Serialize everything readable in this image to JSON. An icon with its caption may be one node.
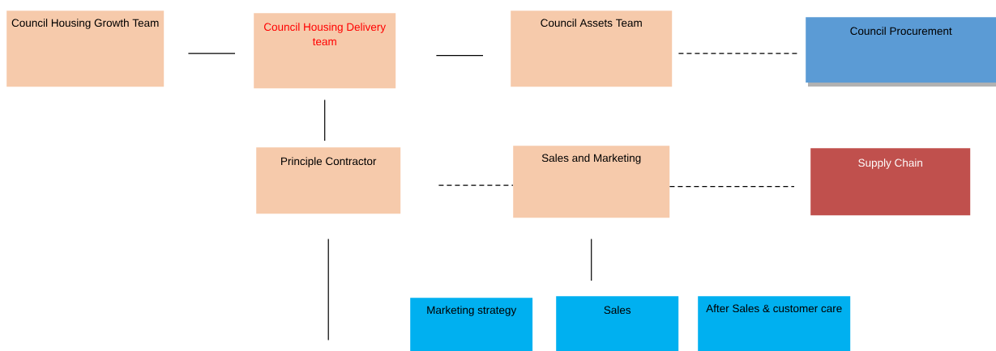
{
  "diagram": {
    "nodes": [
      {
        "text": [
          "Council Housing Growth Team"
        ]
      },
      {
        "text": [
          "Council Housing Delivery team"
        ]
      },
      {
        "text": [
          "Council Assets Team"
        ]
      },
      {
        "text": [
          "Council Procurement"
        ]
      },
      {
        "text": [
          "Principle Contractor"
        ]
      },
      {
        "text": [
          "Sales and Marketing"
        ]
      },
      {
        "text": [
          "Supply Chain"
        ]
      },
      {
        "text": [
          "Marketing strategy"
        ]
      },
      {
        "text": [
          "Sales"
        ]
      },
      {
        "text": [
          "After Sales & customer care"
        ]
      }
    ],
    "edges": [
      {
        "from": 0,
        "to": 1,
        "arrow": "none"
      },
      {
        "from": 1,
        "to": 2,
        "arrow": "none"
      },
      {
        "from": 2,
        "to": 3,
        "arrow": "none",
        "style": "dashed"
      },
      {
        "from": 1,
        "to": 4,
        "arrow": "none"
      },
      {
        "from": 4,
        "to": 5,
        "arrow": "none",
        "style": "dashed"
      },
      {
        "from": 5,
        "to": 6,
        "arrow": "none",
        "style": "dashed"
      },
      {
        "from": 5,
        "to": 8,
        "arrow": "none"
      },
      {
        "from": 4,
        "to": null,
        "arrow": "none"
      }
    ]
  }
}
